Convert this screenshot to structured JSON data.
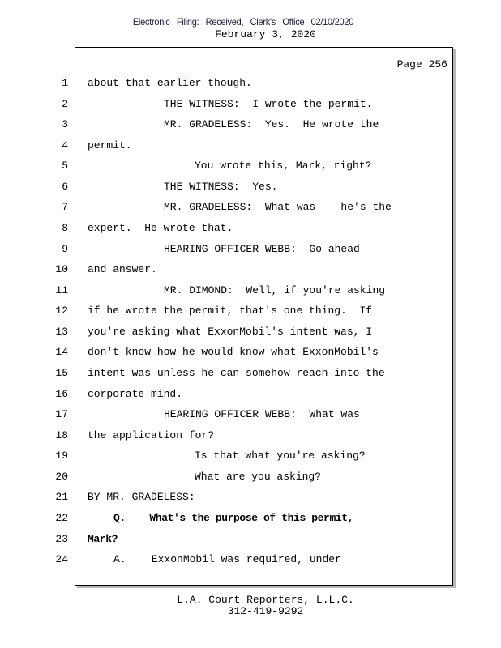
{
  "header": {
    "filing_stamp": "Electronic Filing: Received, Clerk's Office 02/10/2020",
    "date": "February 3, 2020"
  },
  "page_label": "Page 256",
  "lines": [
    {
      "n": "1",
      "indent": 0,
      "text": "about that earlier though."
    },
    {
      "n": "2",
      "indent": 2,
      "text": "THE WITNESS:  I wrote the permit."
    },
    {
      "n": "3",
      "indent": 2,
      "text": "MR. GRADELESS:  Yes.  He wrote the"
    },
    {
      "n": "4",
      "indent": 0,
      "text": "permit."
    },
    {
      "n": "5",
      "indent": 3,
      "text": "You wrote this, Mark, right?"
    },
    {
      "n": "6",
      "indent": 2,
      "text": "THE WITNESS:  Yes."
    },
    {
      "n": "7",
      "indent": 2,
      "text": "MR. GRADELESS:  What was -- he's the"
    },
    {
      "n": "8",
      "indent": 0,
      "text": "expert.  He wrote that."
    },
    {
      "n": "9",
      "indent": 2,
      "text": "HEARING OFFICER WEBB:  Go ahead"
    },
    {
      "n": "10",
      "indent": 0,
      "text": "and answer."
    },
    {
      "n": "11",
      "indent": 2,
      "text": "MR. DIMOND:  Well, if you're asking"
    },
    {
      "n": "12",
      "indent": 0,
      "text": "if he wrote the permit, that's one thing.  If"
    },
    {
      "n": "13",
      "indent": 0,
      "text": "you're asking what ExxonMobil's intent was, I"
    },
    {
      "n": "14",
      "indent": 0,
      "text": "don't know how he would know what ExxonMobil's"
    },
    {
      "n": "15",
      "indent": 0,
      "text": "intent was unless he can somehow reach into the"
    },
    {
      "n": "16",
      "indent": 0,
      "text": "corporate mind."
    },
    {
      "n": "17",
      "indent": 2,
      "text": "HEARING OFFICER WEBB:  What was"
    },
    {
      "n": "18",
      "indent": 0,
      "text": "the application for?"
    },
    {
      "n": "19",
      "indent": 3,
      "text": "Is that what you're asking?"
    },
    {
      "n": "20",
      "indent": 3,
      "text": "What are you asking?"
    },
    {
      "n": "21",
      "indent": 0,
      "text": "BY MR. GRADELESS:"
    },
    {
      "n": "22",
      "indent": 1,
      "bold": true,
      "text": "Q.    What's the purpose of this permit,"
    },
    {
      "n": "23",
      "indent": 0,
      "bold": true,
      "text": "Mark?"
    },
    {
      "n": "24",
      "indent": 1,
      "text": "A.    ExxonMobil was required, under"
    }
  ],
  "footer": {
    "company": "L.A. Court Reporters, L.L.C.",
    "phone": "312-419-9292"
  }
}
